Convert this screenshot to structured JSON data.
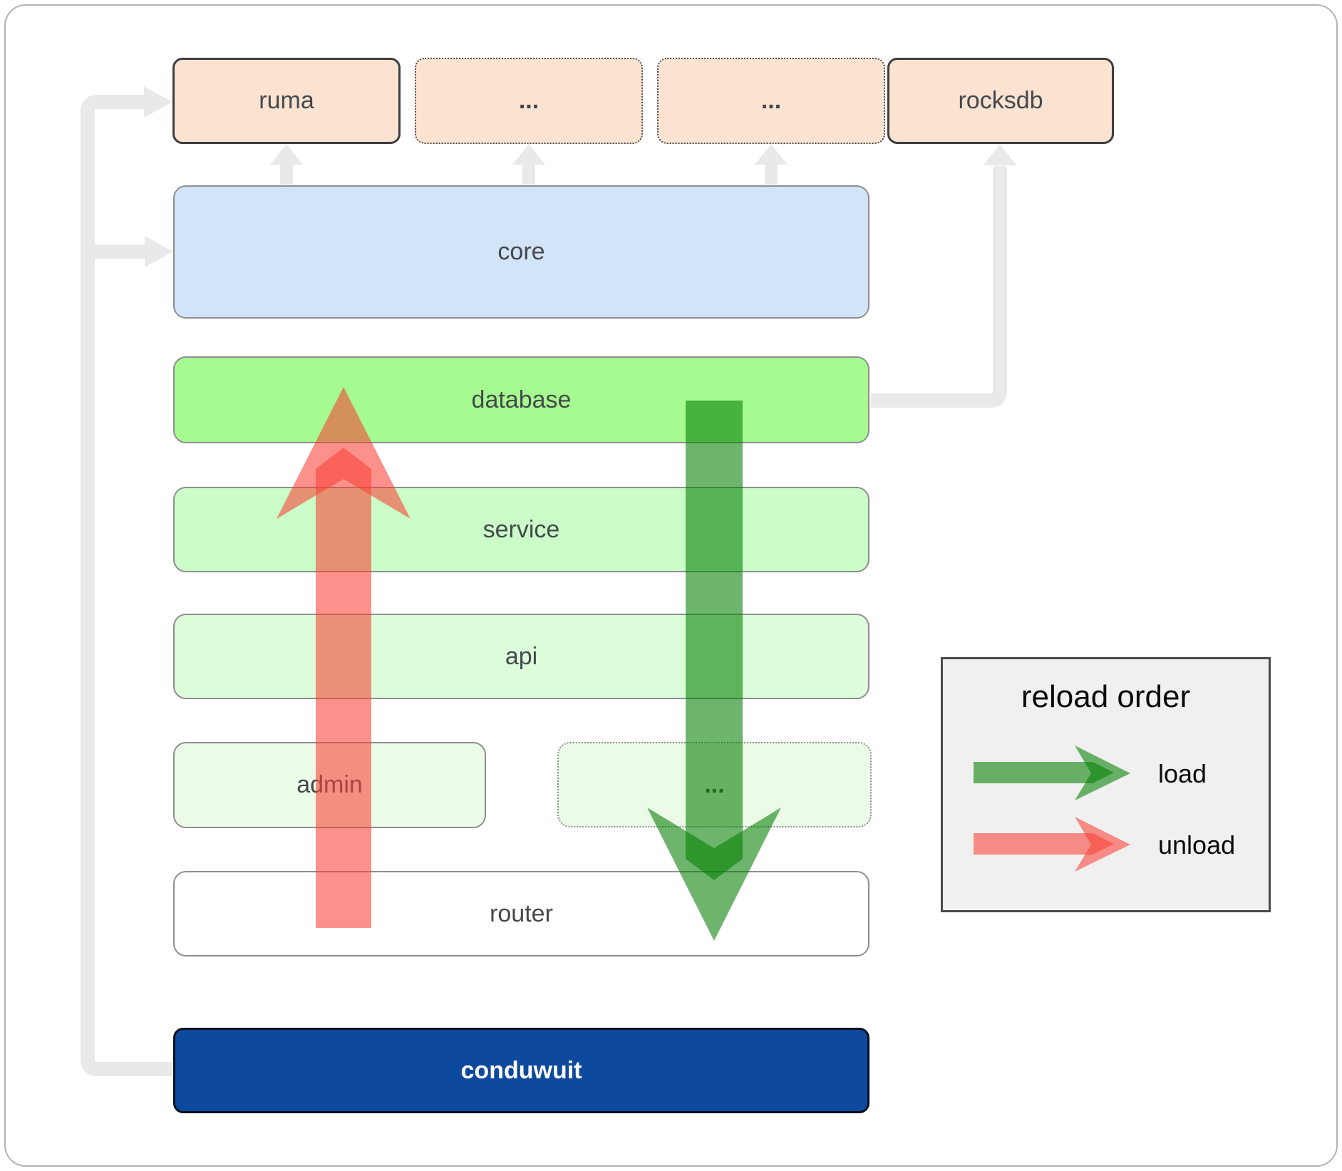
{
  "nodes": {
    "ruma": {
      "label": "ruma",
      "fill": "#fbe3d2"
    },
    "dep2": {
      "label": "...",
      "fill": "#fbe3d2"
    },
    "dep3": {
      "label": "...",
      "fill": "#fbe3d2"
    },
    "rocksdb": {
      "label": "rocksdb",
      "fill": "#fbe3d2"
    },
    "core": {
      "label": "core",
      "fill": "#d2e4f7"
    },
    "database": {
      "label": "database",
      "fill": "#a5fb8f"
    },
    "service": {
      "label": "service",
      "fill": "#cafdc8"
    },
    "api": {
      "label": "api",
      "fill": "#dcfcda"
    },
    "admin": {
      "label": "admin",
      "fill": "#ecfbe8"
    },
    "more": {
      "label": "...",
      "fill": "#ecfbe8"
    },
    "router": {
      "label": "router",
      "fill": "#ffffff"
    },
    "conduwuit": {
      "label": "conduwuit",
      "fill": "#0d499c"
    }
  },
  "legend": {
    "title": "reload order",
    "items": [
      {
        "label": "load",
        "color": "#038002"
      },
      {
        "label": "unload",
        "color": "#f84135"
      }
    ]
  },
  "colors": {
    "load_arrow": "#038002",
    "unload_arrow": "#f84135",
    "dependency_connector": "#e9e9e9",
    "conduwuit_blue": "#0d499c",
    "database_green": "#a5fb8f",
    "core_blue": "#d2e4f7",
    "dependency_peach": "#fbe3d2"
  }
}
